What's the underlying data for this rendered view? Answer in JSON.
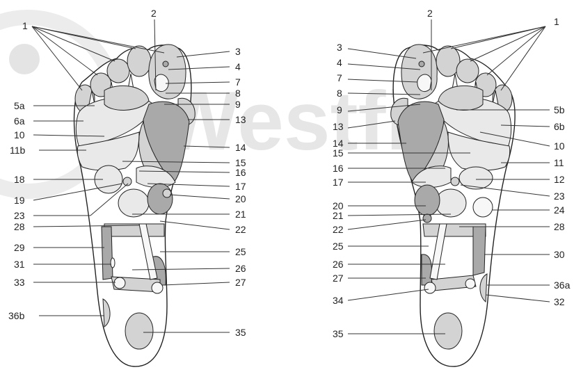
{
  "watermark": "Westfish",
  "left_foot": {
    "labels": [
      "1",
      "2",
      "3",
      "4",
      "7",
      "8",
      "9",
      "13",
      "14",
      "15",
      "16",
      "17",
      "20",
      "21",
      "22",
      "25",
      "26",
      "27",
      "35",
      "5a",
      "6a",
      "10",
      "11b",
      "18",
      "19",
      "23",
      "28",
      "29",
      "31",
      "33",
      "36b"
    ]
  },
  "right_foot": {
    "labels": [
      "1",
      "2",
      "3",
      "4",
      "7",
      "8",
      "9",
      "13",
      "14",
      "15",
      "16",
      "17",
      "20",
      "21",
      "22",
      "25",
      "26",
      "27",
      "34",
      "35",
      "5b",
      "6b",
      "10",
      "11",
      "12",
      "23",
      "24",
      "28",
      "30",
      "36a",
      "32"
    ]
  }
}
